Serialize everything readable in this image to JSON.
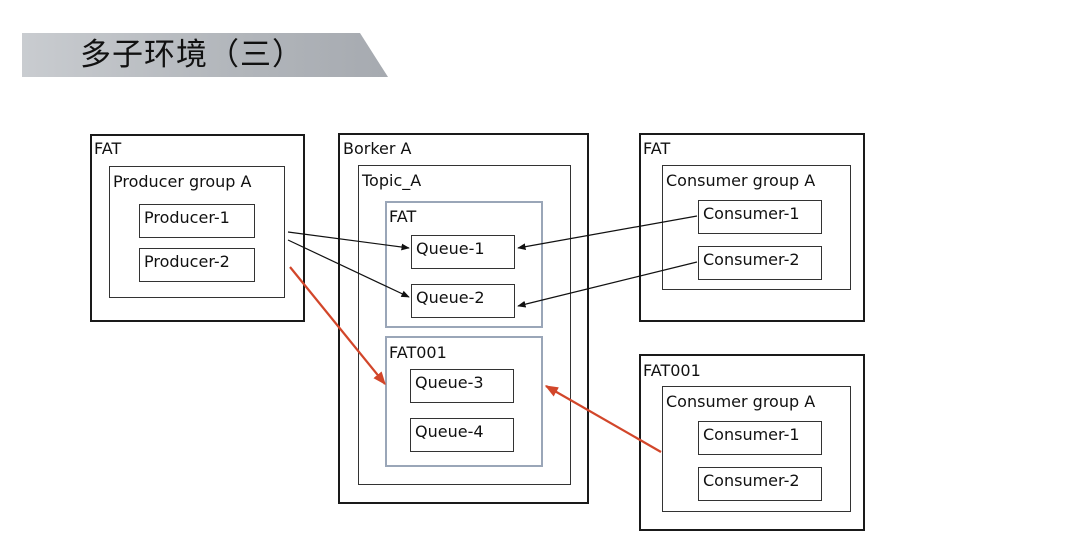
{
  "title": "多子环境（三）",
  "colors": {
    "black_arrow": "#111111",
    "red_arrow": "#d2462a",
    "banner": "#b3b7bc",
    "blue_border": "#9aa6b8"
  },
  "producer_env": {
    "label": "FAT",
    "group": "Producer group A",
    "producers": [
      "Producer-1",
      "Producer-2"
    ]
  },
  "broker": {
    "label": "Borker A",
    "topic": "Topic_A",
    "fat": {
      "label": "FAT",
      "queues": [
        "Queue-1",
        "Queue-2"
      ]
    },
    "fat001": {
      "label": "FAT001",
      "queues": [
        "Queue-3",
        "Queue-4"
      ]
    }
  },
  "consumer_fat": {
    "label": "FAT",
    "group": "Consumer group A",
    "consumers": [
      "Consumer-1",
      "Consumer-2"
    ]
  },
  "consumer_fat001": {
    "label": "FAT001",
    "group": "Consumer group A",
    "consumers": [
      "Consumer-1",
      "Consumer-2"
    ]
  }
}
